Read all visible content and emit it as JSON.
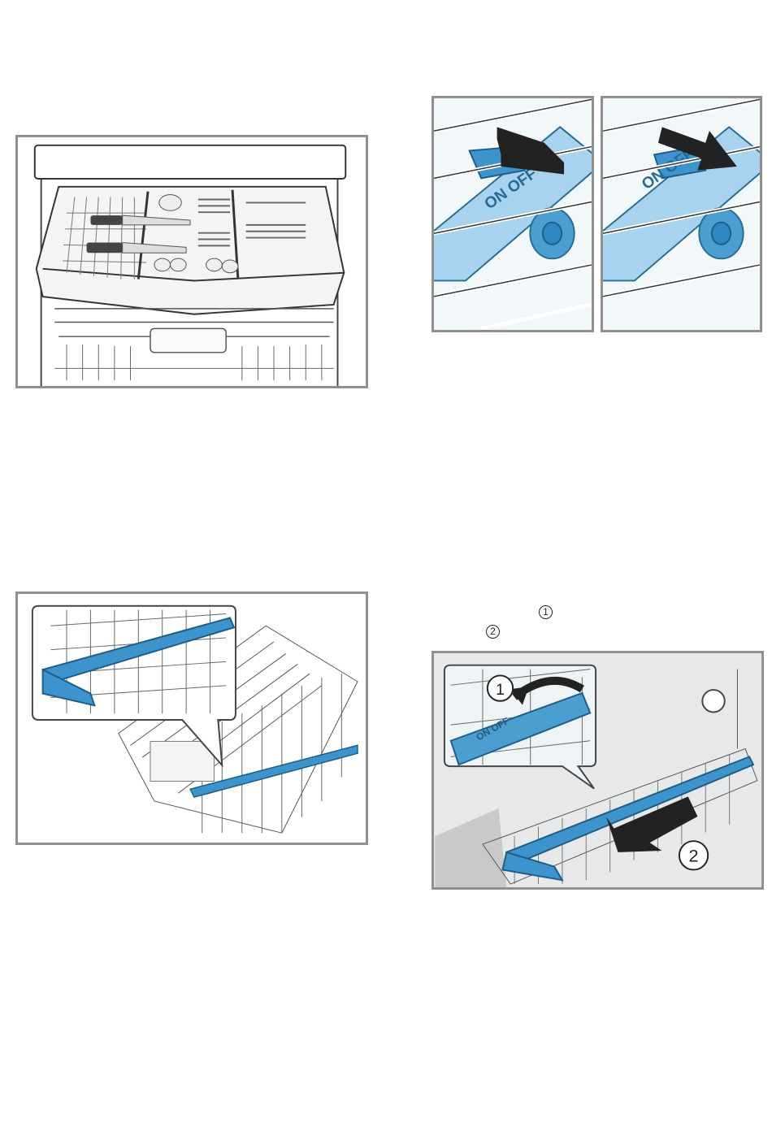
{
  "markers": {
    "step_1": "1",
    "step_2": "2"
  },
  "figures": {
    "top_left": {
      "icon": "dishwasher-cutlery-drawer"
    },
    "top_right_a": {
      "icon": "on-off-switch-slide-left",
      "switch_label": "ON OFF"
    },
    "top_right_b": {
      "icon": "on-off-switch-slide-right",
      "switch_label": "ON OFF"
    },
    "bottom_left": {
      "icon": "upper-rack-spray-arm-detail"
    },
    "bottom_right": {
      "icon": "spray-arm-removal",
      "callout_1": "1",
      "callout_2": "2",
      "switch_label": "ON OFF"
    }
  },
  "colors": {
    "frame": "#8f8f8f",
    "blue": "#4a9fd0",
    "light_blue": "#a7d3ee",
    "arrow": "#2b2b2b",
    "background_grey": "#e9eaeb"
  }
}
